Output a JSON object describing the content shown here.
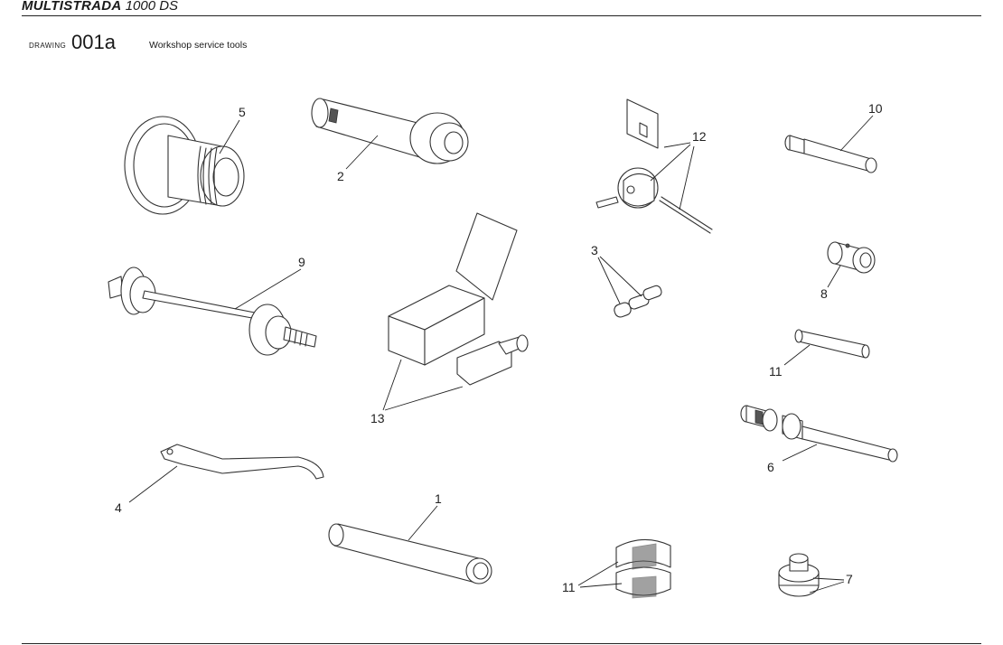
{
  "header": {
    "brand": "MULTISTRADA",
    "model": "1000 DS"
  },
  "drawing": {
    "label": "DRAWING",
    "number": "001a",
    "title": "Workshop service tools"
  },
  "callouts": {
    "c1": "1",
    "c2": "2",
    "c3": "3",
    "c4": "4",
    "c5": "5",
    "c6": "6",
    "c7": "7",
    "c8": "8",
    "c9": "9",
    "c10": "10",
    "c11a": "11",
    "c11b": "11",
    "c12": "12",
    "c13": "13"
  }
}
